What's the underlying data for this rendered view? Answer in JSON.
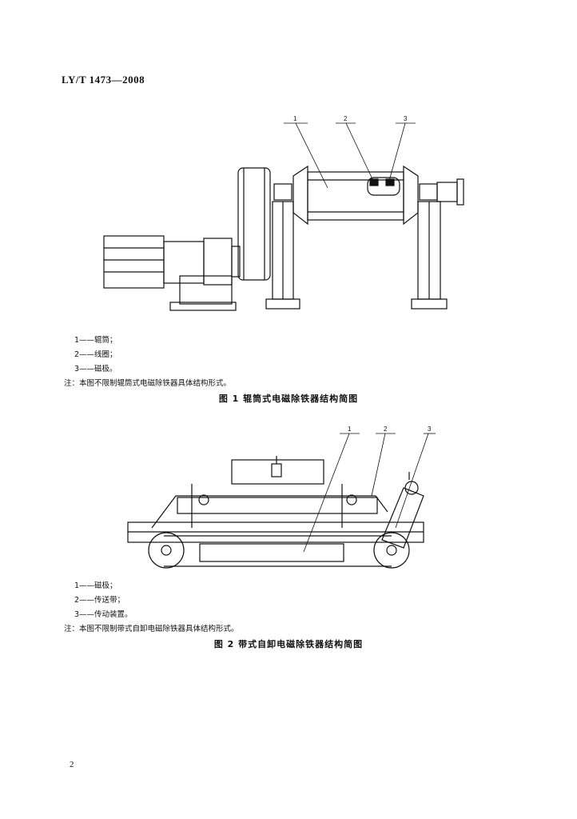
{
  "header": {
    "standard_code": "LY/T 1473—2008"
  },
  "figure1": {
    "callouts": [
      "1",
      "2",
      "3"
    ],
    "legend": [
      "1——辊筒；",
      "2——线圈；",
      "3——磁极。"
    ],
    "note": "注：本图不限制辊筒式电磁除铁器具体结构形式。",
    "caption": "图 1   辊筒式电磁除铁器结构简图"
  },
  "figure2": {
    "callouts": [
      "1",
      "2",
      "3"
    ],
    "legend": [
      "1——磁极；",
      "2——传送带；",
      "3——传动装置。"
    ],
    "note": "注：本图不限制带式自卸电磁除铁器具体结构形式。",
    "caption": "图 2   带式自卸电磁除铁器结构简图"
  },
  "footer": {
    "page_number": "2"
  }
}
